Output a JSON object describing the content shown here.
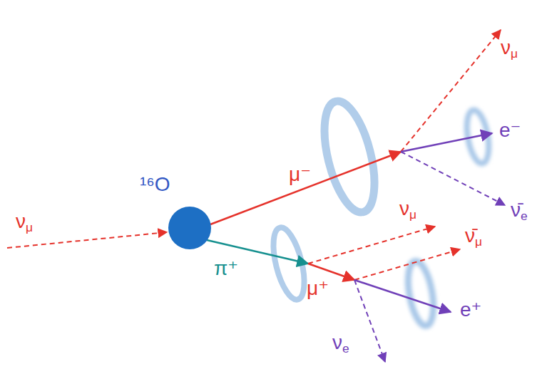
{
  "diagram": {
    "nodes": [
      {
        "text": [
          "¹⁶O"
        ]
      }
    ],
    "labels": [
      "νμ",
      "μ⁻",
      "νμ",
      "e⁻",
      "ν̄e",
      "π⁺",
      "νμ",
      "ν̄μ",
      "μ⁺",
      "e⁺",
      "νe"
    ]
  }
}
